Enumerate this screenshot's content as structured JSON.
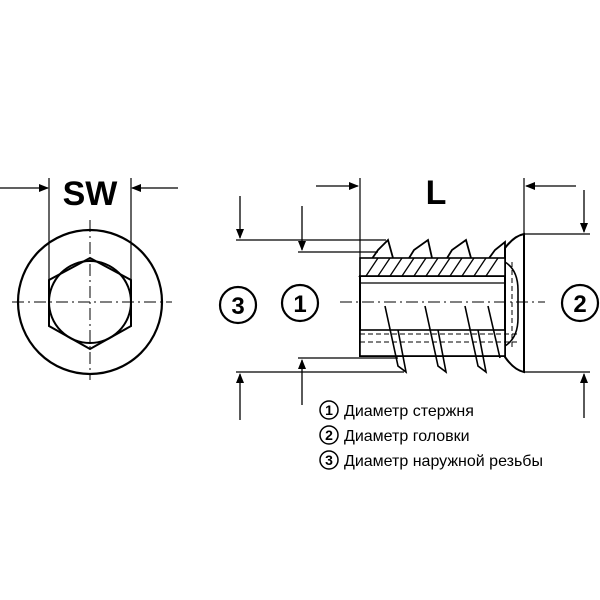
{
  "labels": {
    "sw": "SW",
    "l": "L"
  },
  "callouts": {
    "n1": "1",
    "n2": "2",
    "n3": "3"
  },
  "legend": [
    {
      "num": "1",
      "text": "Диаметр стержня"
    },
    {
      "num": "2",
      "text": "Диаметр головки"
    },
    {
      "num": "3",
      "text": "Диаметр наружной резьбы"
    }
  ],
  "colors": {
    "line": "#000000",
    "background": "#ffffff"
  }
}
